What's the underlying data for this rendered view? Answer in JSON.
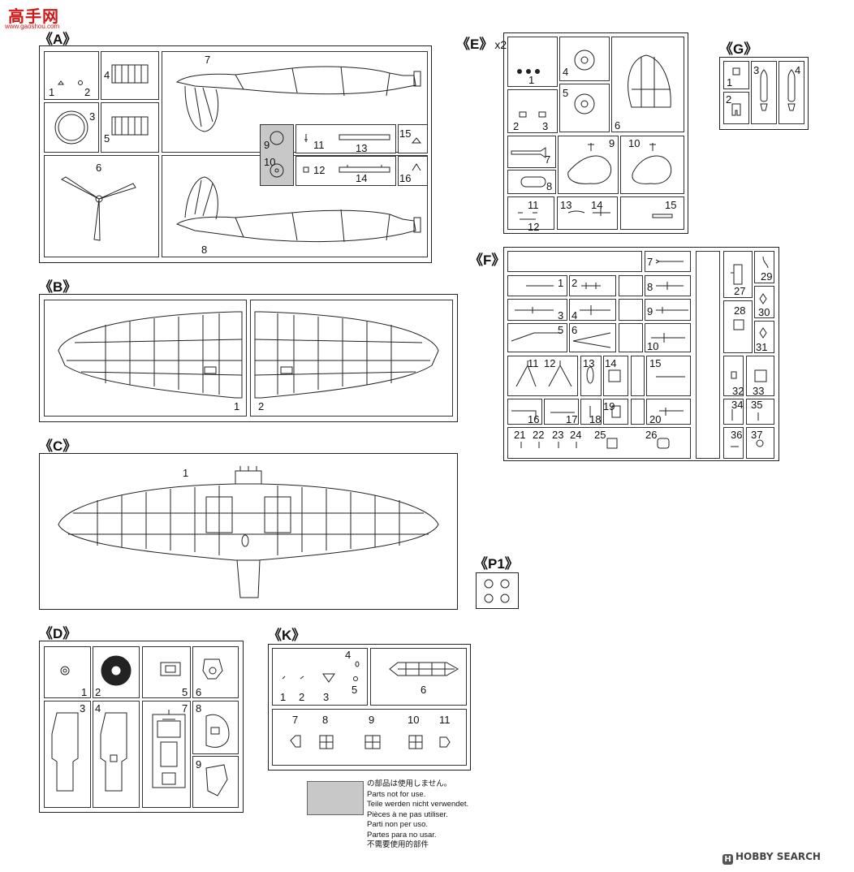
{
  "logo": {
    "main": "高手网",
    "sub": "www.gaoshou.com"
  },
  "groups": {
    "A": "《A》",
    "B": "《B》",
    "C": "《C》",
    "D": "《D》",
    "E": "《E》",
    "E_multiplier": "x2",
    "F": "《F》",
    "G": "《G》",
    "K": "《K》",
    "P1": "《P1》"
  },
  "parts": {
    "A": [
      "1",
      "2",
      "3",
      "4",
      "5",
      "6",
      "7",
      "8",
      "9",
      "10",
      "11",
      "12",
      "13",
      "14",
      "15",
      "16"
    ],
    "B": [
      "1",
      "2"
    ],
    "C": [
      "1"
    ],
    "D": [
      "1",
      "2",
      "3",
      "4",
      "5",
      "6",
      "7",
      "8",
      "9"
    ],
    "E": [
      "1",
      "2",
      "3",
      "4",
      "5",
      "6",
      "7",
      "8",
      "9",
      "10",
      "11",
      "12",
      "13",
      "14",
      "15"
    ],
    "F": [
      "1",
      "2",
      "3",
      "4",
      "5",
      "6",
      "7",
      "8",
      "9",
      "10",
      "11",
      "12",
      "13",
      "14",
      "15",
      "16",
      "17",
      "18",
      "19",
      "20",
      "21",
      "22",
      "23",
      "24",
      "25",
      "26",
      "27",
      "28",
      "29",
      "30",
      "31",
      "32",
      "33",
      "34",
      "35",
      "36",
      "37"
    ],
    "G": [
      "1",
      "2",
      "3",
      "4"
    ],
    "K": [
      "1",
      "2",
      "3",
      "4",
      "5",
      "6",
      "7",
      "8",
      "9",
      "10",
      "11"
    ]
  },
  "notice": {
    "lines": [
      "の部品は使用しません。",
      "Parts not for use.",
      "Teile werden nicht verwendet.",
      "Pièces à ne pas utiliser.",
      "Parti non per uso.",
      "Partes para no usar.",
      "不需要使用的部件"
    ]
  },
  "watermark": {
    "text": "HOBBY SEARCH",
    "mark": "H"
  }
}
